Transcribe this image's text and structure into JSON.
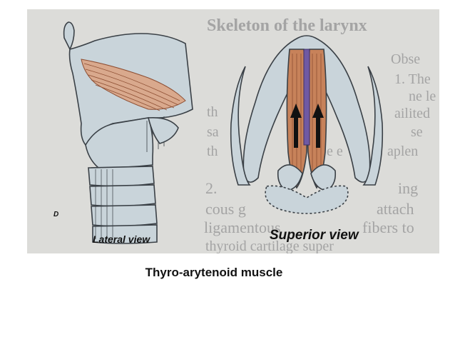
{
  "figure": {
    "panel_letter": "D",
    "lateral_label": "Lateral view",
    "superior_label": "Superior view",
    "background_text": {
      "heading": "Skeleton of the larynx",
      "lines": [
        "Obse",
        "1. The",
        "ne le",
        "th",
        "ailited",
        "sa",
        "se",
        "th",
        "e e",
        "aplen",
        "2.",
        "ing",
        "cous g",
        "attach",
        "ligamentous",
        "fibers to",
        "thyroid cartilage super"
      ]
    },
    "colors": {
      "page_bg": "#ffffff",
      "figure_bg": "#dcdcd9",
      "cartilage": "#c9d4da",
      "cartilage_outline": "#3a4046",
      "muscle": "#c7825a",
      "muscle_dark": "#8e4f33",
      "vocal_ligament": "#6f59a3",
      "text_gray": "#9a9a9a"
    }
  },
  "caption": "Thyro-arytenoid muscle"
}
